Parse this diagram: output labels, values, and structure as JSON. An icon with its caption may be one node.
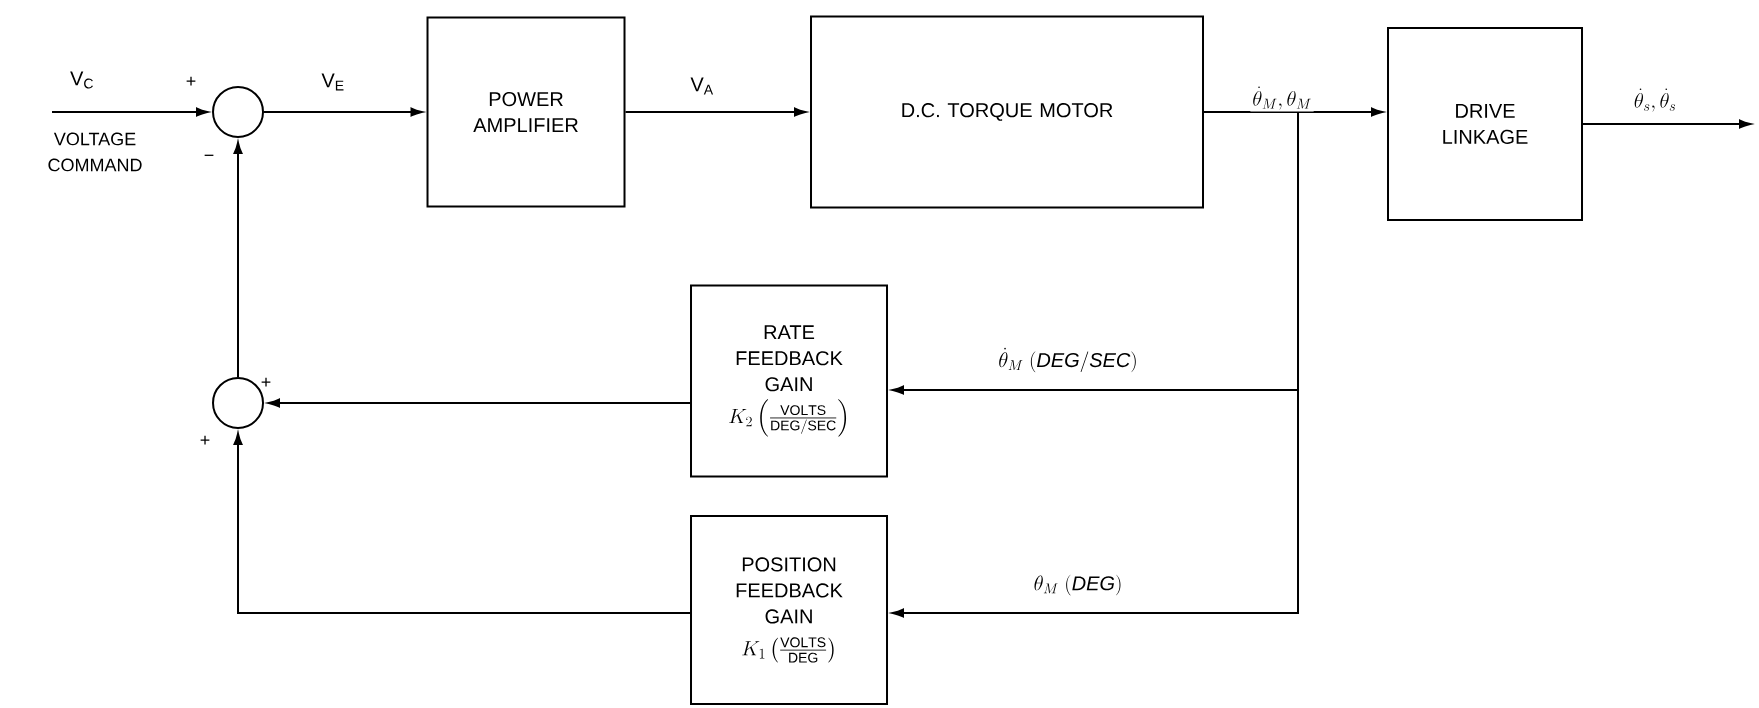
{
  "diagram": {
    "nodes": [
      {
        "text": [],
        "shape": "circle"
      },
      {
        "text": [
          "POWER AMPLIFIER"
        ]
      },
      {
        "text": [
          "D.C. TORQUE MOTOR"
        ]
      },
      {
        "text": [
          "DRIVE LINKAGE"
        ]
      },
      {
        "text": [
          "RATE FEEDBACK GAIN",
          "K_2\\left(\\frac{\\mathrm{VOLTS}}{\\mathrm{DEG/SEC}}\\right)"
        ]
      },
      {
        "text": [
          "POSITION FEEDBACK GAIN",
          "K_1\\left(\\frac{\\mathrm{VOLTS}}{\\mathrm{DEG}}\\right)"
        ]
      },
      {
        "text": [],
        "shape": "circle"
      }
    ],
    "edges": [
      {
        "from": null,
        "to": 0,
        "arrow": "to",
        "label": "V$_{C}$"
      },
      {
        "from": 0,
        "to": 1,
        "arrow": "to",
        "label": "V$_{E}$"
      },
      {
        "from": 1,
        "to": 2,
        "arrow": "to",
        "label": "V$_{A}$"
      },
      {
        "from": 2,
        "to": 3,
        "arrow": "to",
        "label": "\\dot{\\theta}_M, \\theta_M"
      },
      {
        "from": 3,
        "to": null,
        "arrow": "to",
        "label": "\\dot{\\theta}_s, \\dot{\\theta}_s"
      },
      {
        "from": 2,
        "to": 4,
        "arrow": "to",
        "label": "\\dot{\\theta}_M\\ (\\mathit{DEG/SEC})"
      },
      {
        "from": 2,
        "to": 5,
        "arrow": "to",
        "label": "\\theta_M\\ (\\mathit{DEG})"
      },
      {
        "from": 4,
        "to": 6,
        "arrow": "to"
      },
      {
        "from": 5,
        "to": 6,
        "arrow": "to"
      },
      {
        "from": 6,
        "to": 0,
        "arrow": "to"
      }
    ],
    "labels": [
      "+",
      "VOLTAGE COMMAND",
      "−",
      "+",
      "+"
    ]
  }
}
